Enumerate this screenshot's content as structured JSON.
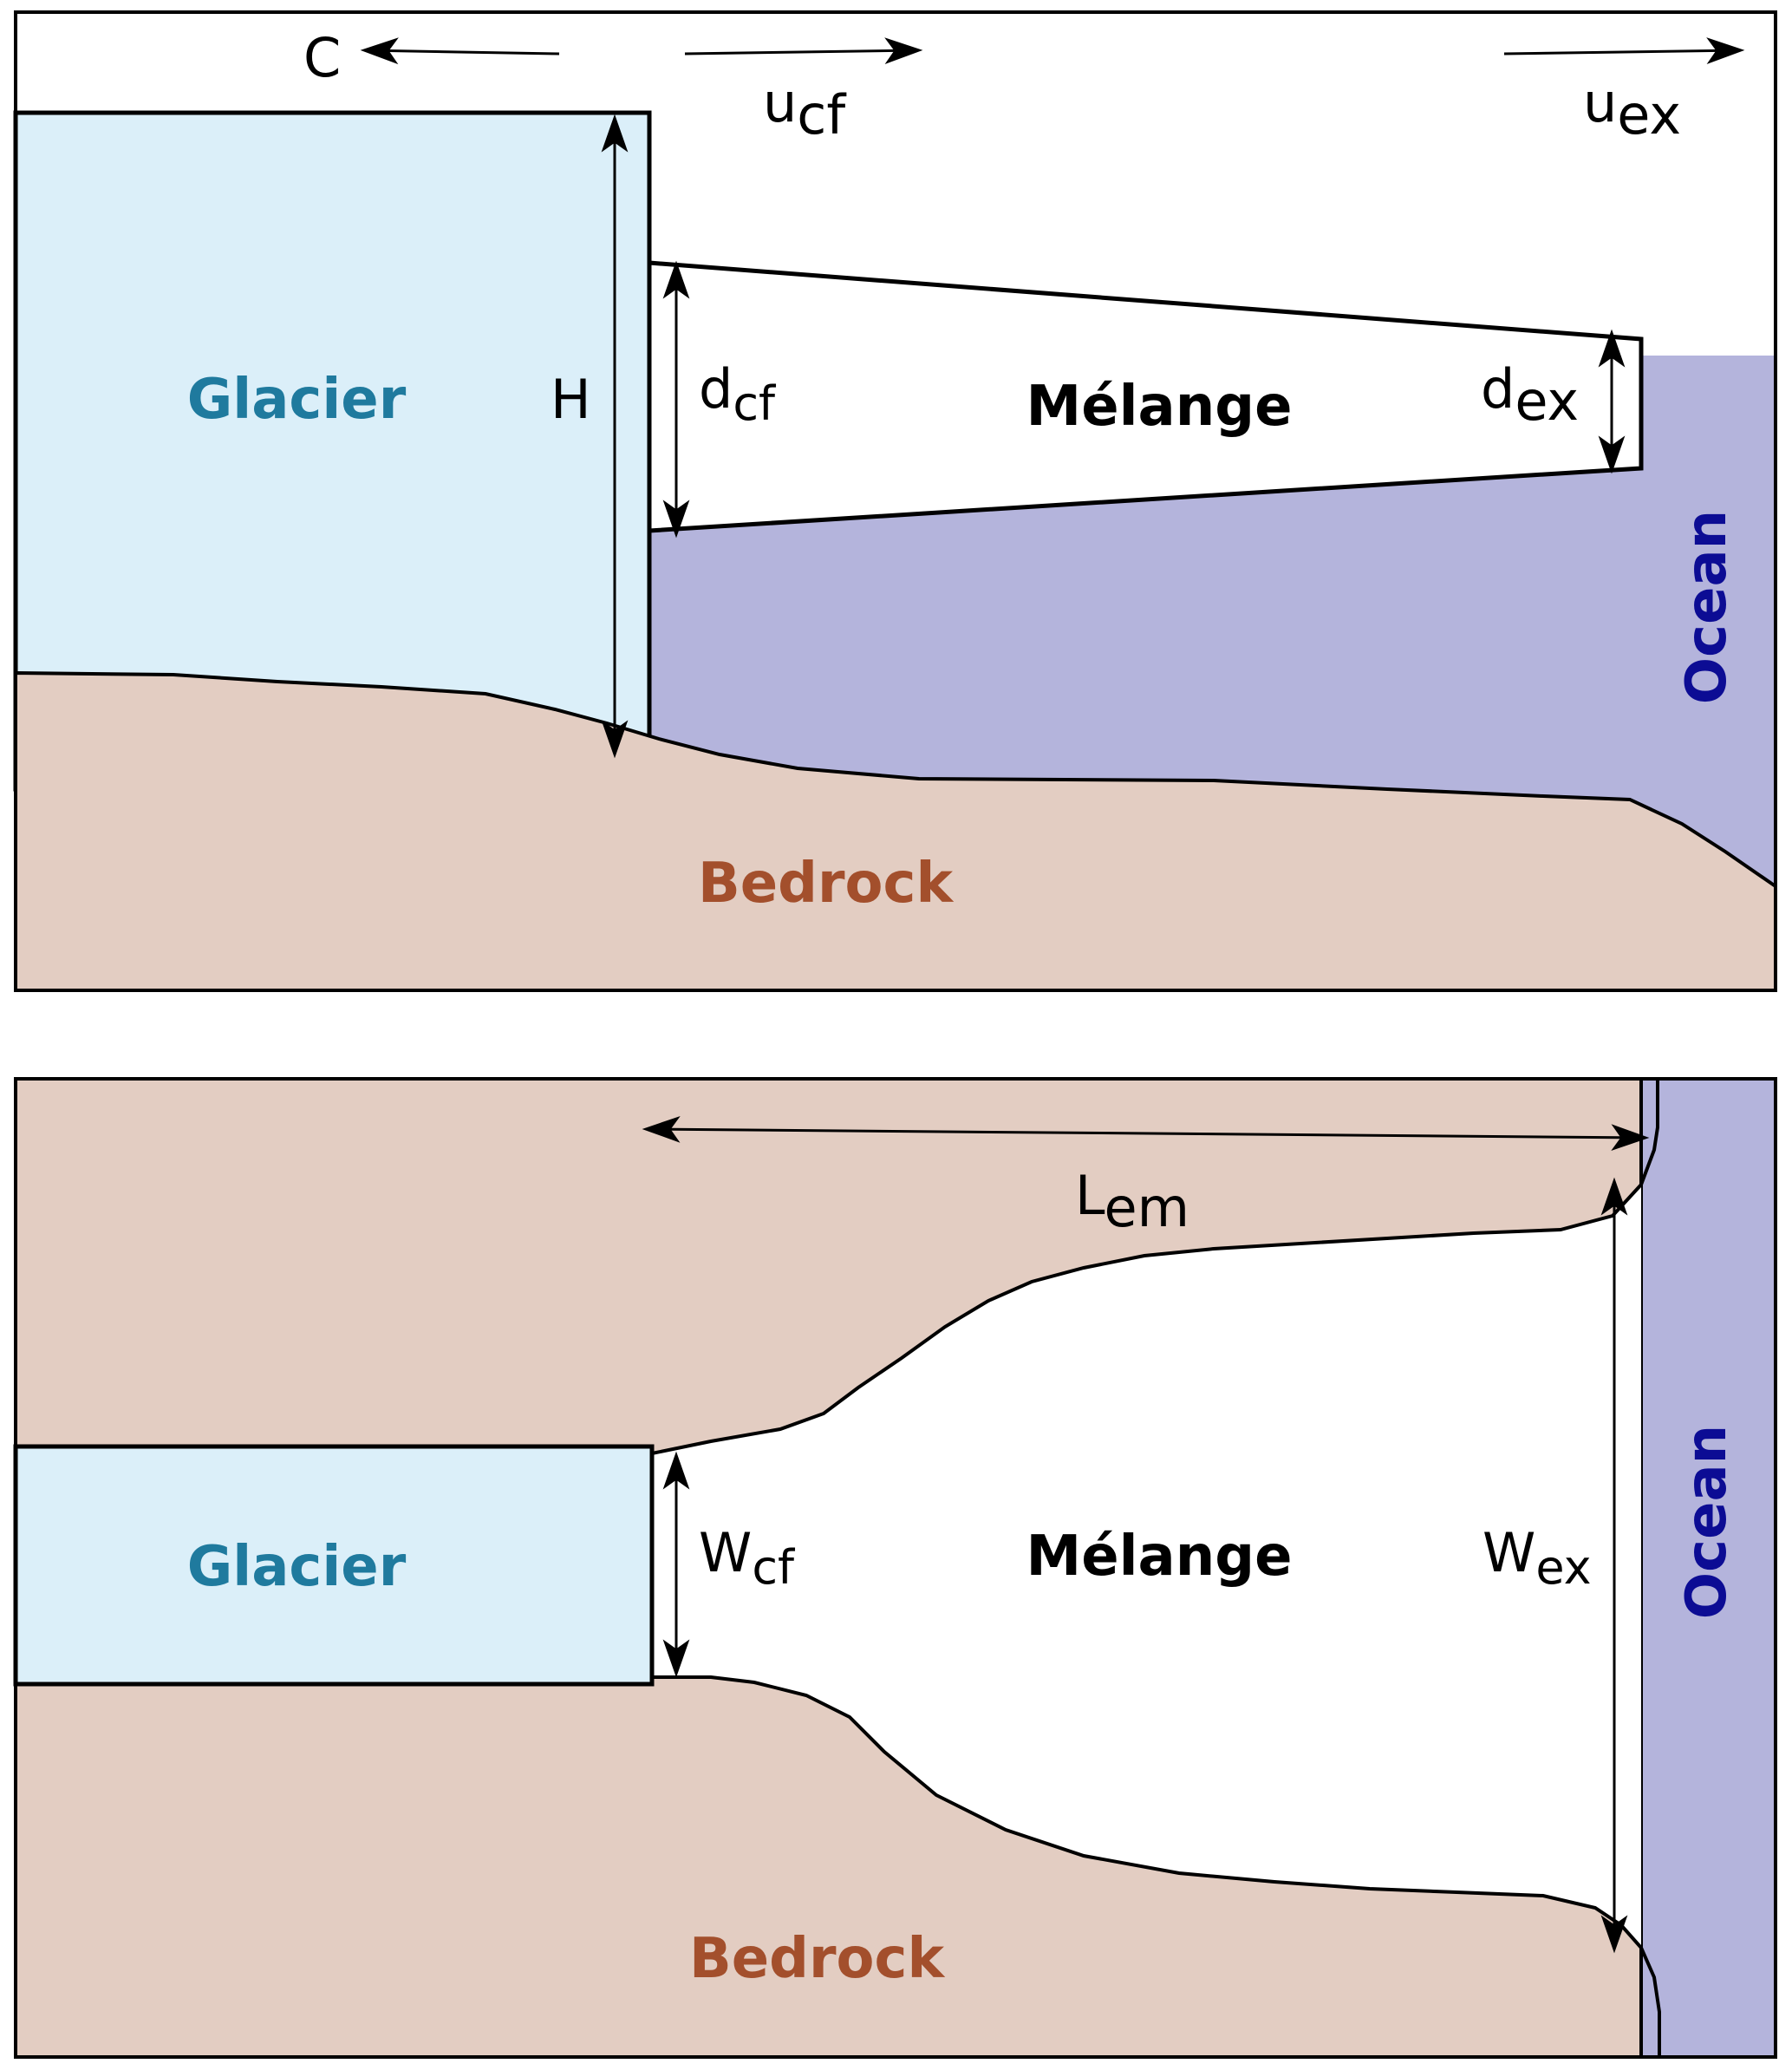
{
  "top_panel": {
    "glacier_label": "Glacier",
    "melange_label": "Mélange",
    "bedrock_label": "Bedrock",
    "ocean_label": "Ocean",
    "c_label": "C",
    "u_cf": {
      "base": "u",
      "sub": "cf"
    },
    "u_ex": {
      "base": "u",
      "sub": "ex"
    },
    "h_label": "H",
    "d_cf": {
      "base": "d",
      "sub": "cf"
    },
    "d_ex": {
      "base": "d",
      "sub": "ex"
    }
  },
  "bottom_panel": {
    "glacier_label": "Glacier",
    "melange_label": "Mélange",
    "bedrock_label": "Bedrock",
    "ocean_label": "Ocean",
    "l_em": {
      "base": "L",
      "sub": "em"
    },
    "w_cf": {
      "base": "W",
      "sub": "cf"
    },
    "w_ex": {
      "base": "W",
      "sub": "ex"
    }
  },
  "colors": {
    "glacier_fill": "#dbeff9",
    "glacier_text": "#1f7a9e",
    "ocean_fill": "#b4b4dc",
    "ocean_text": "#0c0c94",
    "bedrock_fill": "#e3cdc2",
    "bedrock_text": "#a34f2c"
  }
}
